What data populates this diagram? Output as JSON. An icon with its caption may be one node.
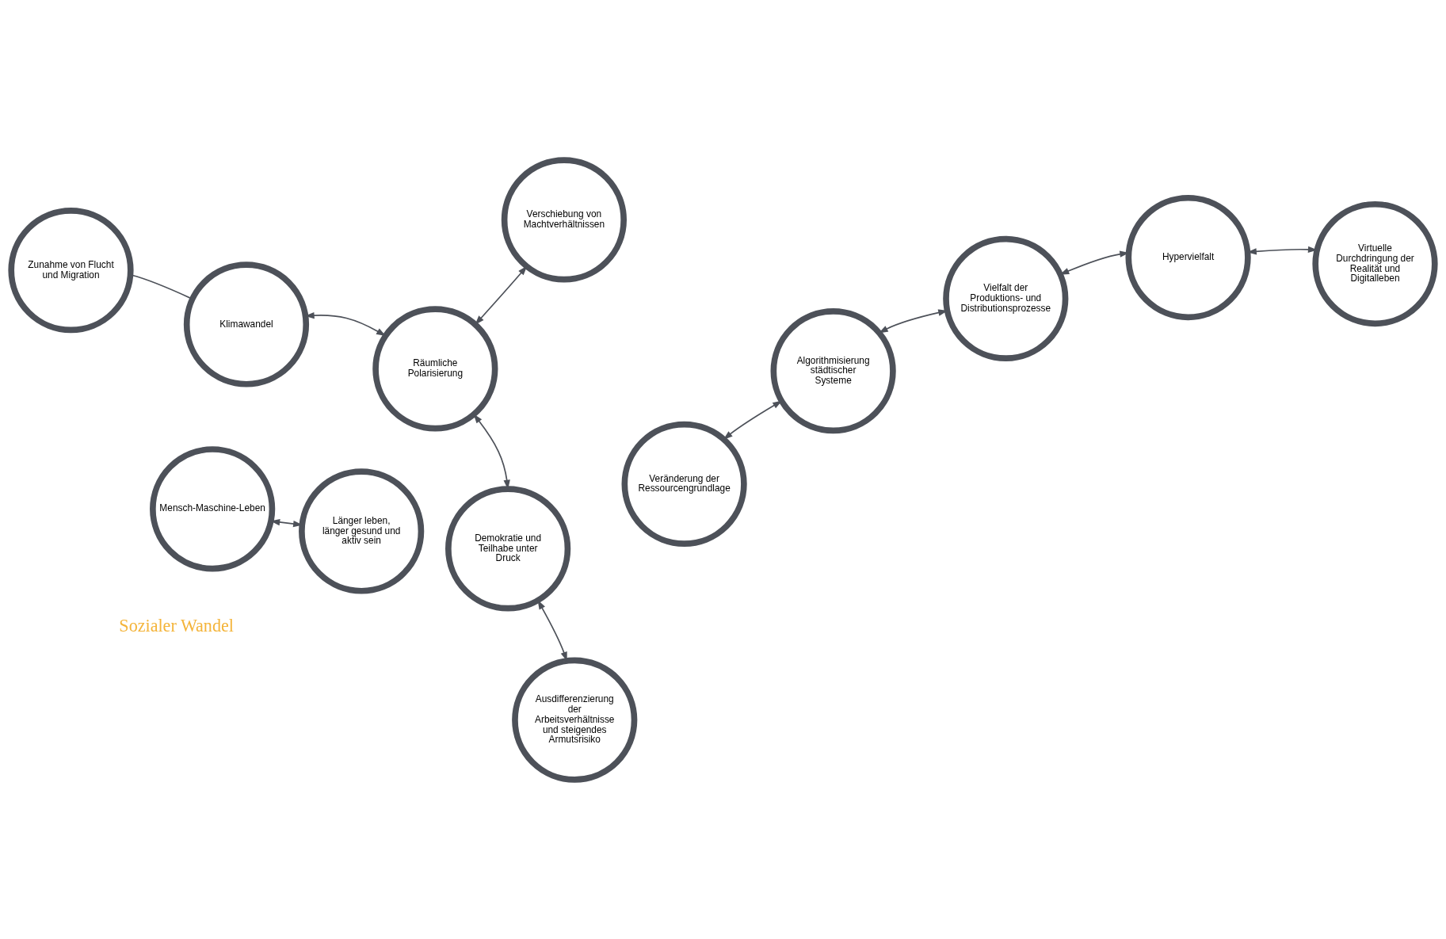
{
  "diagram": {
    "nodes": [
      {
        "text": [
          "Algorithmisierung städtischer Systeme"
        ]
      },
      {
        "text": [
          "Mensch-Maschine-Leben"
        ]
      },
      {
        "text": [
          "Vielfalt der Produktions- und Distributionsprozesse"
        ]
      },
      {
        "text": [
          "Ausdifferenzierung der Arbeitsverhältnisse und steigendes Armutsrisiko"
        ]
      },
      {
        "text": [
          "Virtuelle Durchdringung der Realität und Digitalleben"
        ]
      },
      {
        "text": [
          "Länger leben, länger gesund und aktiv sein"
        ]
      },
      {
        "text": [
          "Hypervielfalt"
        ]
      },
      {
        "text": [
          "Demokratie und Teilhabe unter Druck"
        ]
      },
      {
        "text": [
          "Veränderung der Ressourcengrundlage"
        ]
      },
      {
        "text": [
          "Klimawandel"
        ]
      },
      {
        "text": [
          "Zunahme von Flucht und Migration"
        ]
      },
      {
        "text": [
          "Räumliche Polarisierung"
        ]
      },
      {
        "text": [
          "Verschiebung von Machtverhältnissen"
        ]
      }
    ],
    "edges": [
      {
        "from": 0,
        "to": 2,
        "arrow": "both"
      },
      {
        "from": 1,
        "to": 5,
        "arrow": "both"
      },
      {
        "from": 2,
        "to": 6,
        "arrow": "both"
      },
      {
        "from": 0,
        "to": 8,
        "arrow": "both"
      },
      {
        "from": 4,
        "to": 6,
        "arrow": "both"
      },
      {
        "from": 3,
        "to": 7,
        "arrow": "both"
      },
      {
        "from": 7,
        "to": 11,
        "arrow": "both"
      },
      {
        "from": 11,
        "to": 12,
        "arrow": "both"
      },
      {
        "from": 9,
        "to": 10,
        "arrow": "none"
      },
      {
        "from": 11,
        "to": 9,
        "arrow": "both"
      }
    ],
    "labels": [
      "Sozialer Wandel"
    ]
  }
}
